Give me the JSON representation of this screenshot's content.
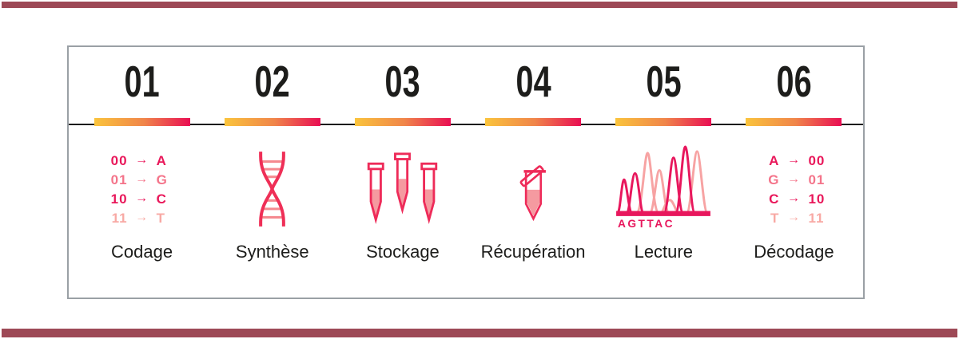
{
  "theme": {
    "accent_bar_color": "#9d4956",
    "frame_border_color": "#9aa0a5",
    "timeline_color": "#1c1c1c",
    "text_color": "#1d1d1b",
    "gradient_start": "#fac43c",
    "gradient_mid": "#f0854a",
    "gradient_end": "#e90e53",
    "pink_strong": "#e9175a",
    "pink_light": "#f4748a",
    "pink_lighter": "#f8a9a4",
    "pink_fill": "#f59aa0"
  },
  "steps": [
    {
      "number": "01",
      "label": "Codage",
      "icon": "binary-to-base-mapping-icon"
    },
    {
      "number": "02",
      "label": "Synthèse",
      "icon": "dna-helix-icon"
    },
    {
      "number": "03",
      "label": "Stockage",
      "icon": "sample-tubes-icon"
    },
    {
      "number": "04",
      "label": "Récupération",
      "icon": "open-tube-icon"
    },
    {
      "number": "05",
      "label": "Lecture",
      "icon": "chromatogram-icon"
    },
    {
      "number": "06",
      "label": "Décodage",
      "icon": "base-to-binary-mapping-icon"
    }
  ],
  "encoding_table": {
    "arrow": "→",
    "rows": [
      {
        "from": "00",
        "to": "A"
      },
      {
        "from": "01",
        "to": "G"
      },
      {
        "from": "10",
        "to": "C"
      },
      {
        "from": "11",
        "to": "T"
      }
    ]
  },
  "decoding_table": {
    "arrow": "→",
    "rows": [
      {
        "from": "A",
        "to": "00"
      },
      {
        "from": "G",
        "to": "01"
      },
      {
        "from": "C",
        "to": "10"
      },
      {
        "from": "T",
        "to": "11"
      }
    ]
  },
  "chromatogram": {
    "sequence": "AGTTAC"
  }
}
